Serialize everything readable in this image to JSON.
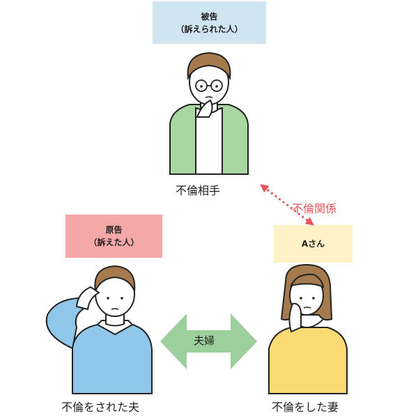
{
  "defendant": {
    "title": "被告",
    "subtitle": "（訴えられた人）"
  },
  "plaintiff": {
    "title": "原告",
    "subtitle": "（訴えた人）"
  },
  "person_a": {
    "label": "Aさん"
  },
  "partner_caption": "不倫相手",
  "husband_caption": "不倫をされた夫",
  "wife_caption": "不倫をした妻",
  "affair_relation": "不倫関係",
  "couple_relation": "夫婦",
  "colors": {
    "defendant_box": "#cfe6f1",
    "plaintiff_box": "#f6a7a8",
    "a_box": "#fff2c7",
    "affair_arrow": "#e8545a",
    "couple_arrow": "#9ccf9c",
    "partner_shirt": "#a8d7a1",
    "husband_shirt": "#8ec7ea",
    "wife_shirt": "#f9da73"
  }
}
